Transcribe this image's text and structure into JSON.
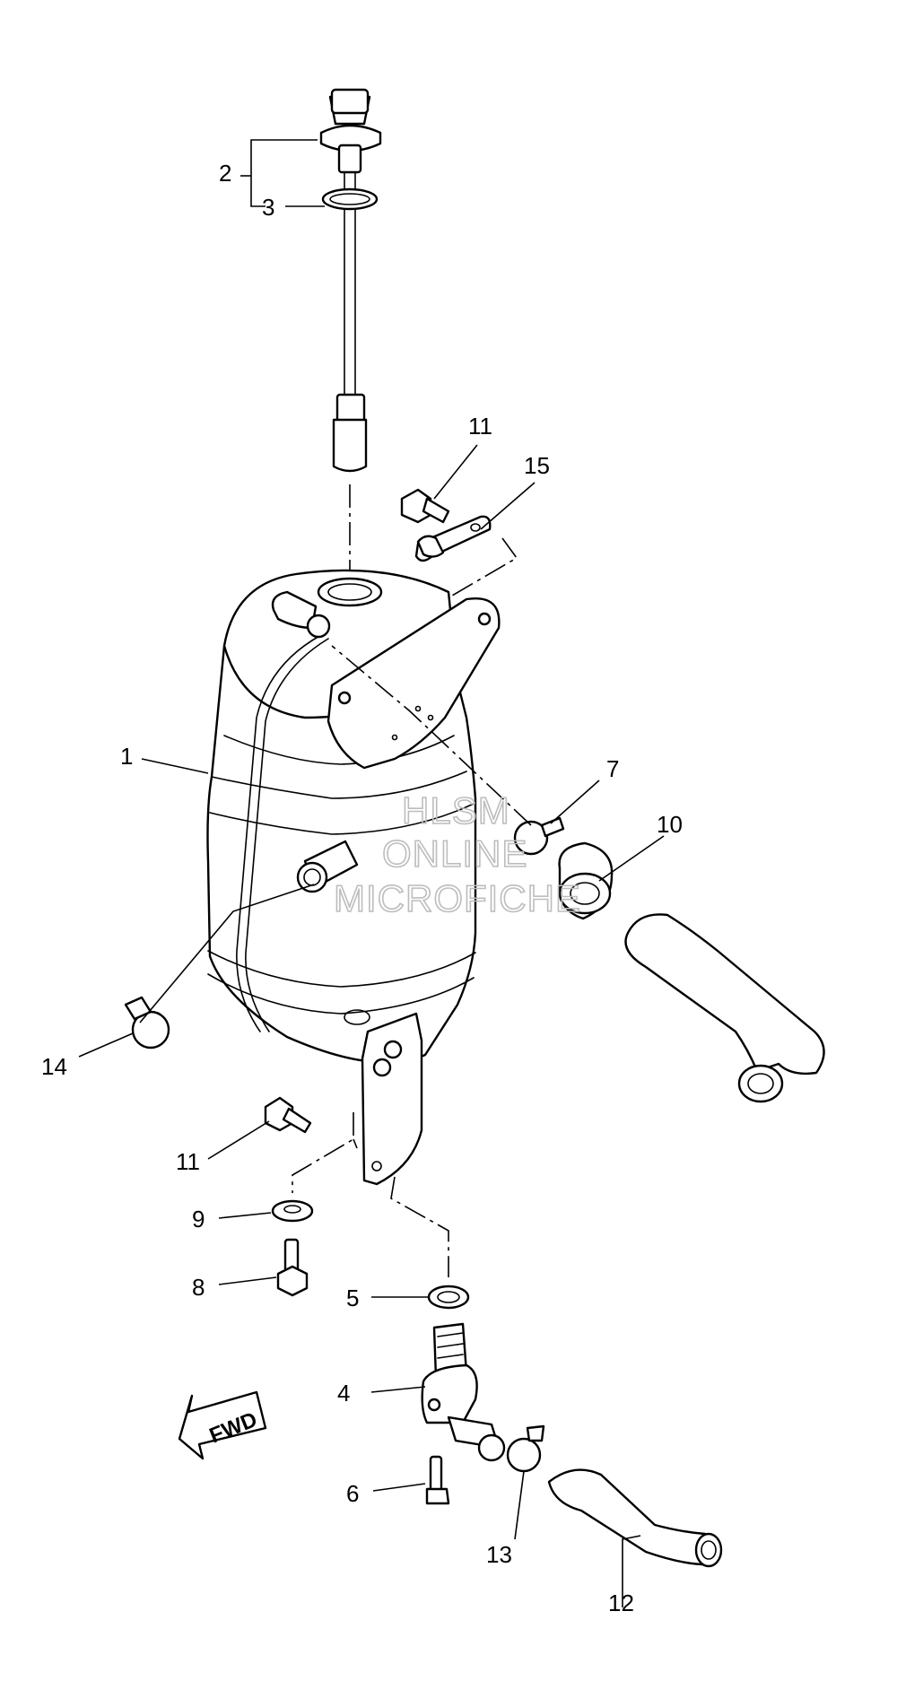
{
  "callouts": {
    "c1": "1",
    "c2": "2",
    "c3": "3",
    "c4": "4",
    "c5": "5",
    "c6": "6",
    "c7": "7",
    "c8": "8",
    "c9": "9",
    "c10": "10",
    "c11a": "11",
    "c11b": "11",
    "c12": "12",
    "c13": "13",
    "c14": "14",
    "c15": "15"
  },
  "watermark": {
    "line1": "HLSM",
    "line2": "ONLINE",
    "line3": "MICROFICHE"
  },
  "fwd_label": "FWD"
}
